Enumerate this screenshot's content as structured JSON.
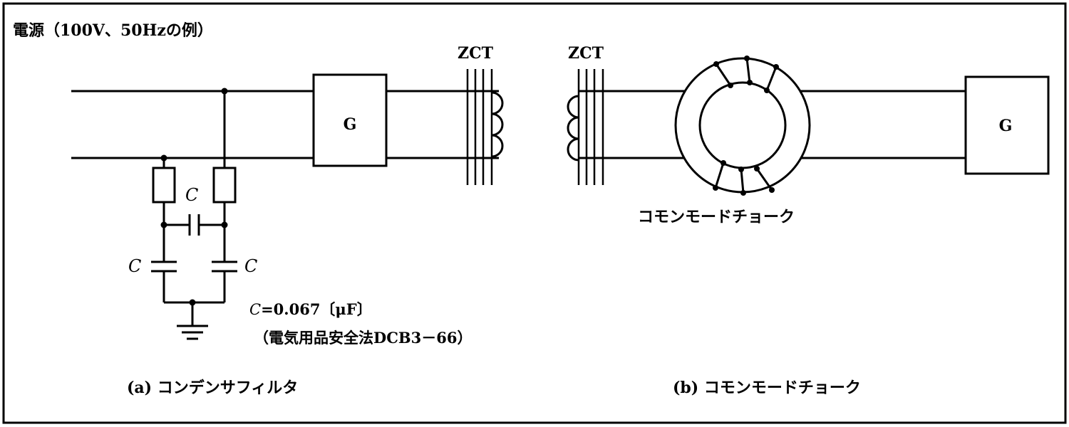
{
  "title": "電源（100V、50Hzの例）",
  "left_diagram": {
    "generator_label": "G",
    "zct_label": "ZCT",
    "capacitor_symbol": "C",
    "capacitance_prefix": "C",
    "capacitance_value": "=0.067〔μF〕",
    "standard_note": "（電気用品安全法DCB3－66）",
    "caption": "(a) コンデンサフィルタ"
  },
  "right_diagram": {
    "zct_label": "ZCT",
    "generator_label": "G",
    "choke_label": "コモンモードチョーク",
    "caption": "(b) コモンモードチョーク"
  }
}
